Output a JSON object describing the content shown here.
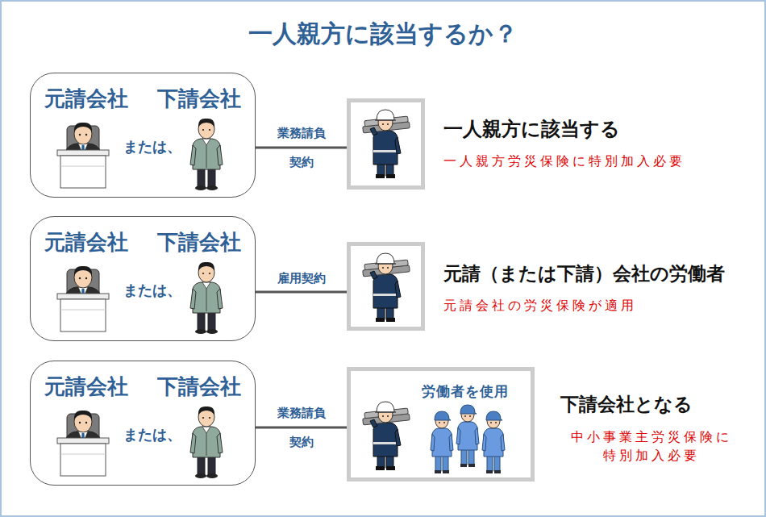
{
  "diagram": {
    "title": "一人親方に該当するか？",
    "nodes": [
      {
        "text": [
          "元請会社",
          "下請会社",
          "または、"
        ]
      },
      {
        "text": []
      },
      {
        "text": [
          "元請会社",
          "下請会社",
          "または、"
        ]
      },
      {
        "text": []
      },
      {
        "text": [
          "元請会社",
          "下請会社",
          "または、"
        ]
      },
      {
        "text": [
          "労働者を使用"
        ]
      }
    ],
    "edges": [
      {
        "from": 0,
        "to": 1,
        "label": "業務請負 契約",
        "arrow": "none"
      },
      {
        "from": 2,
        "to": 3,
        "label": "雇用契約",
        "arrow": "none"
      },
      {
        "from": 4,
        "to": 5,
        "label": "業務請負 契約",
        "arrow": "none"
      }
    ],
    "labels": [
      "一人親方に該当する",
      "一人親方労災保険に特別加入必要",
      "元請（または下請）会社の労働者",
      "元請会社の労災保険が適用",
      "下請会社となる",
      "中小事業主労災保険に 特別加入必要"
    ]
  }
}
